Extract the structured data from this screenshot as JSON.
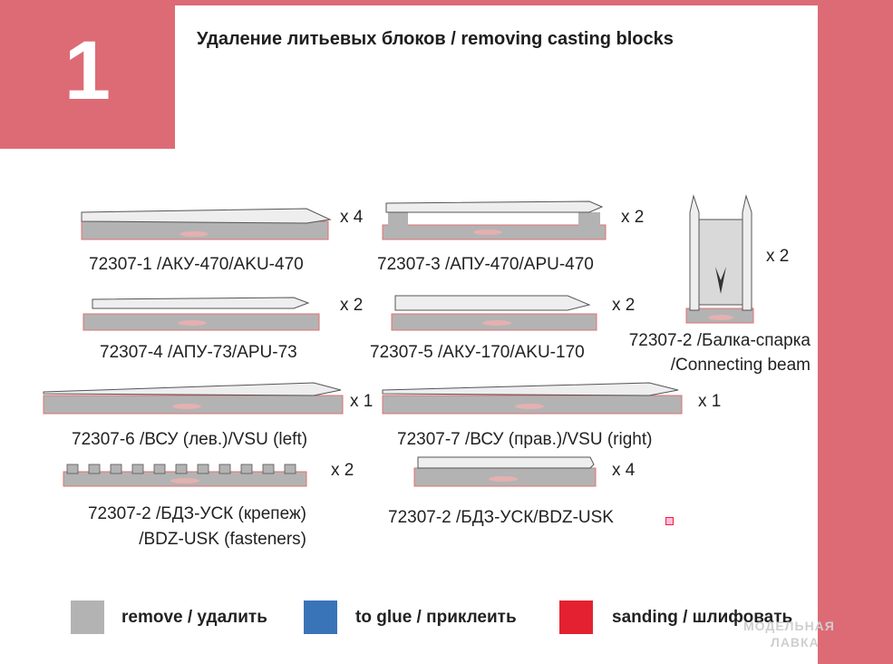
{
  "step": {
    "number": "1"
  },
  "title": "Удаление литьевых блоков / removing casting blocks",
  "parts": [
    {
      "id": "aku-470",
      "label": "72307-1 /АКУ-470/AKU-470",
      "qty": "x 4"
    },
    {
      "id": "apu-470",
      "label": "72307-3 /АПУ-470/APU-470",
      "qty": "x 2"
    },
    {
      "id": "beam",
      "label_line1": "72307-2 /Балка-спарка",
      "label_line2": "/Connecting beam",
      "qty": "x 2"
    },
    {
      "id": "apu-73",
      "label": "72307-4 /АПУ-73/APU-73",
      "qty": "x 2"
    },
    {
      "id": "aku-170",
      "label": "72307-5 /АКУ-170/AKU-170",
      "qty": "x 2"
    },
    {
      "id": "vsu-left",
      "label": "72307-6 /ВСУ (лев.)/VSU (left)",
      "qty": "x 1"
    },
    {
      "id": "vsu-right",
      "label": "72307-7 /ВСУ (прав.)/VSU (right)",
      "qty": "x 1"
    },
    {
      "id": "bdz-fast",
      "label_line1": "72307-2 /БДЗ-УСК (крепеж)",
      "label_line2": "/BDZ-USK (fasteners)",
      "qty": "x 2"
    },
    {
      "id": "bdz-usk",
      "label": "72307-2 /БДЗ-УСК/BDZ-USK",
      "qty": "x 4"
    }
  ],
  "legend": [
    {
      "label": "remove / удалить",
      "color": "#b3b3b4"
    },
    {
      "label": "to glue / приклеить",
      "color": "#3a74b8"
    },
    {
      "label": "sanding  / шлифовать",
      "color": "#e32131"
    }
  ],
  "watermark": {
    "line1": "МОДЕЛЬНАЯ",
    "line2": "ЛАВКА"
  },
  "colors": {
    "accent": "#dd6b75",
    "block": "#b3b3b4",
    "part": "#eeeeee"
  }
}
